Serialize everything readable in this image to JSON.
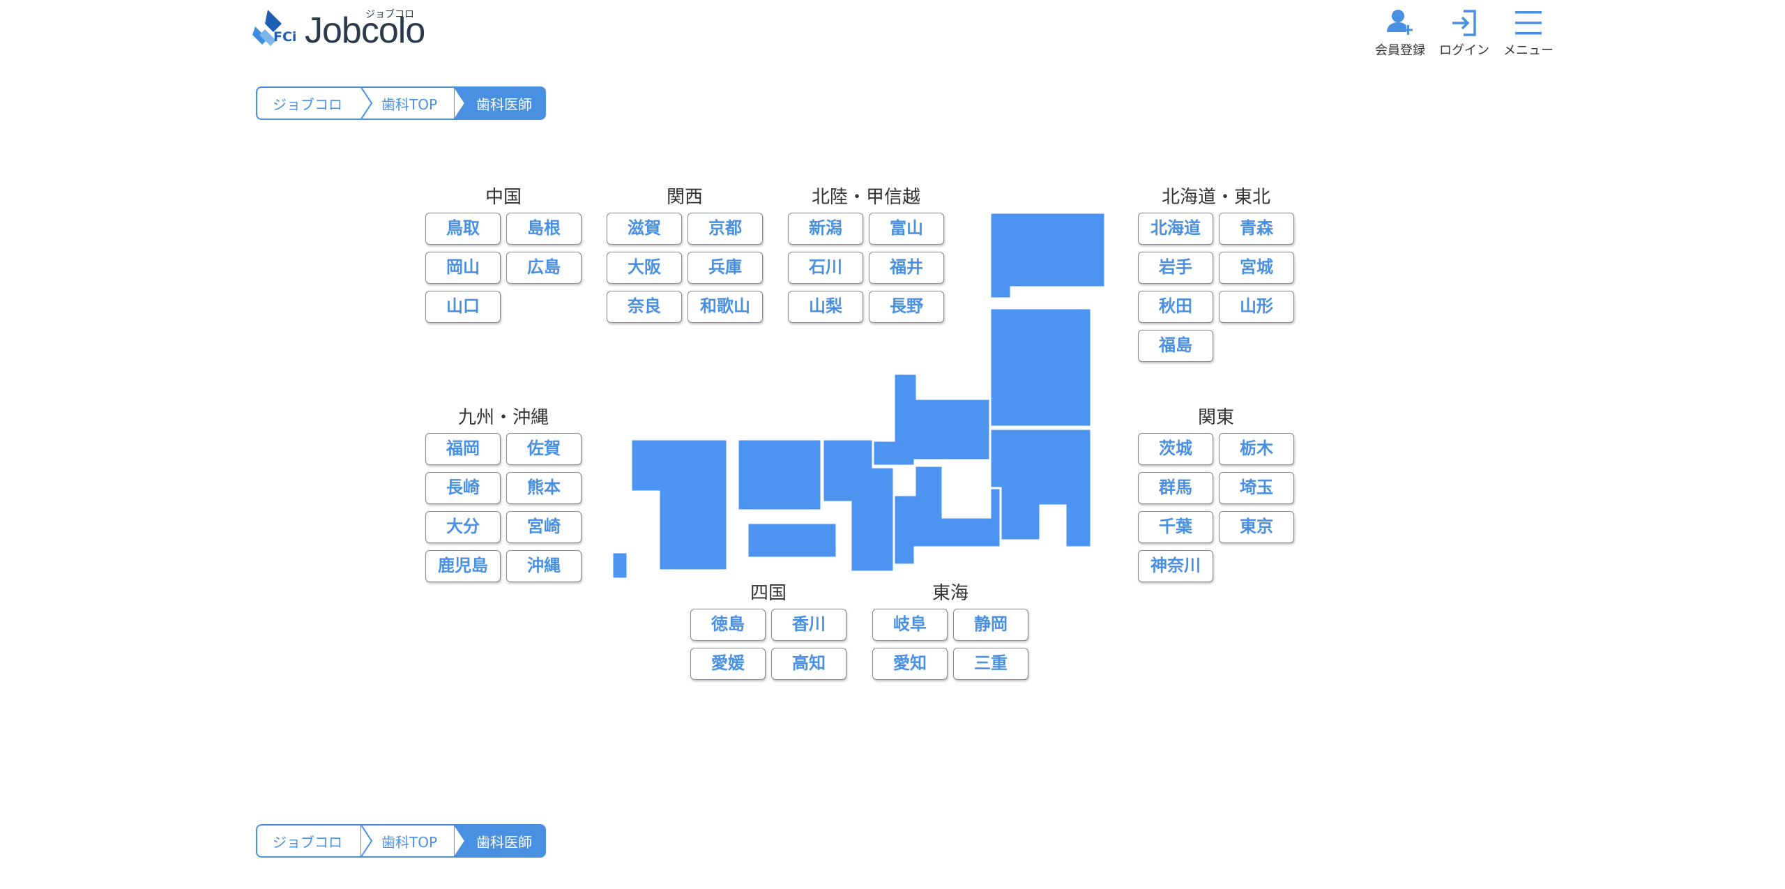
{
  "header": {
    "logo_text": "Jobcolo",
    "logo_kana": "ジョブコロ",
    "logo_mark": "FCi",
    "nav": [
      {
        "label": "会員登録",
        "icon": "user-plus-icon"
      },
      {
        "label": "ログイン",
        "icon": "login-icon"
      },
      {
        "label": "メニュー",
        "icon": "menu-icon"
      }
    ]
  },
  "breadcrumb": [
    "ジョブコロ",
    "歯科TOP",
    "歯科医師"
  ],
  "regions": {
    "chugoku": {
      "title": "中国",
      "prefs": [
        "鳥取",
        "島根",
        "岡山",
        "広島",
        "山口"
      ]
    },
    "kansai": {
      "title": "関西",
      "prefs": [
        "滋賀",
        "京都",
        "大阪",
        "兵庫",
        "奈良",
        "和歌山"
      ]
    },
    "hokuriku": {
      "title": "北陸・甲信越",
      "prefs": [
        "新潟",
        "富山",
        "石川",
        "福井",
        "山梨",
        "長野"
      ]
    },
    "tohoku": {
      "title": "北海道・東北",
      "prefs": [
        "北海道",
        "青森",
        "岩手",
        "宮城",
        "秋田",
        "山形",
        "福島"
      ]
    },
    "kyushu": {
      "title": "九州・沖縄",
      "prefs": [
        "福岡",
        "佐賀",
        "長崎",
        "熊本",
        "大分",
        "宮崎",
        "鹿児島",
        "沖縄"
      ]
    },
    "kanto": {
      "title": "関東",
      "prefs": [
        "茨城",
        "栃木",
        "群馬",
        "埼玉",
        "千葉",
        "東京",
        "神奈川"
      ]
    },
    "shikoku": {
      "title": "四国",
      "prefs": [
        "徳島",
        "香川",
        "愛媛",
        "高知"
      ]
    },
    "tokai": {
      "title": "東海",
      "prefs": [
        "岐阜",
        "静岡",
        "愛知",
        "三重"
      ]
    }
  },
  "colors": {
    "accent": "#4a90e2",
    "map_fill": "#4c94ef"
  }
}
